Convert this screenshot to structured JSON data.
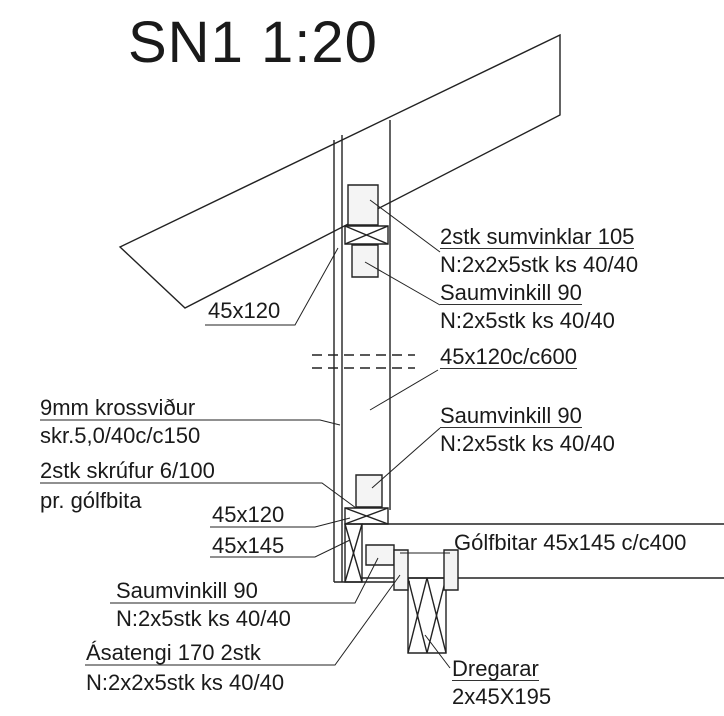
{
  "title": "SN1 1:20",
  "labels": {
    "sumvinklar_105": "2stk sumvinklar 105",
    "sumvinklar_105_nails": "N:2x2x5stk ks 40/40",
    "saumvinkill_top": "Saumvinkill 90",
    "saumvinkill_top_nails": "N:2x5stk ks 40/40",
    "top_plate": "45x120",
    "studs": "45x120c/c600",
    "plywood": "9mm krossviður",
    "plywood_screws": "skr.5,0/40c/c150",
    "saumvinkill_mid": "Saumvinkill 90",
    "saumvinkill_mid_nails": "N:2x5stk ks 40/40",
    "screws": "2stk skrúfur 6/100",
    "screws_per": "pr. gólfbita",
    "sole_plate": "45x120",
    "rim": "45x145",
    "floor_joists": "Gólfbitar 45x145 c/c400",
    "saumvinkill_low": "Saumvinkill 90",
    "saumvinkill_low_nails": "N:2x5stk ks 40/40",
    "asatengi": "Ásatengi 170 2stk",
    "asatengi_nails": "N:2x2x5stk ks 40/40",
    "dregarar": "Dregarar",
    "dregarar_size": "2x45X195"
  }
}
